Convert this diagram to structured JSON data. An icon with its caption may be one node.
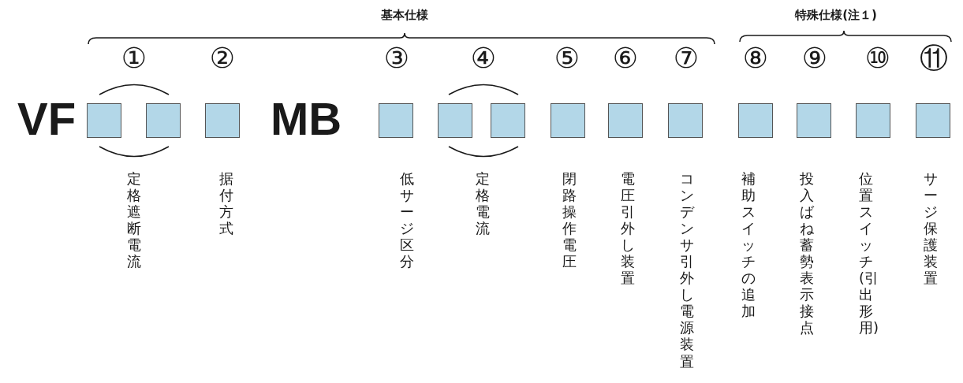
{
  "diagram": {
    "nodes": [
      {
        "text": [],
        "shape": "box"
      },
      {
        "text": [],
        "shape": "box"
      },
      {
        "text": [],
        "shape": "box"
      },
      {
        "text": [],
        "shape": "box"
      },
      {
        "text": [],
        "shape": "box"
      },
      {
        "text": [],
        "shape": "box"
      },
      {
        "text": [],
        "shape": "box"
      },
      {
        "text": [],
        "shape": "box"
      },
      {
        "text": [],
        "shape": "box"
      },
      {
        "text": [],
        "shape": "box"
      },
      {
        "text": [],
        "shape": "box"
      },
      {
        "text": [],
        "shape": "box"
      },
      {
        "text": [],
        "shape": "box"
      }
    ],
    "labels": [
      "基本仕様",
      "特殊仕様(注１)",
      "①",
      "②",
      "③",
      "④",
      "⑤",
      "⑥",
      "⑦",
      "⑧",
      "⑨",
      "⑩",
      "⑪",
      "VF",
      "MB",
      "定格遮断電流",
      "据付方式",
      "低サージ区分",
      "定格電流",
      "閉路操作電圧",
      "電圧引外し装置",
      "コンデンサ引外し電源装置",
      "補助スイッチの追加",
      "投入ばね蓄勢表示接点",
      "位置スイッチ(引出形用)",
      "サージ保護装置"
    ]
  }
}
